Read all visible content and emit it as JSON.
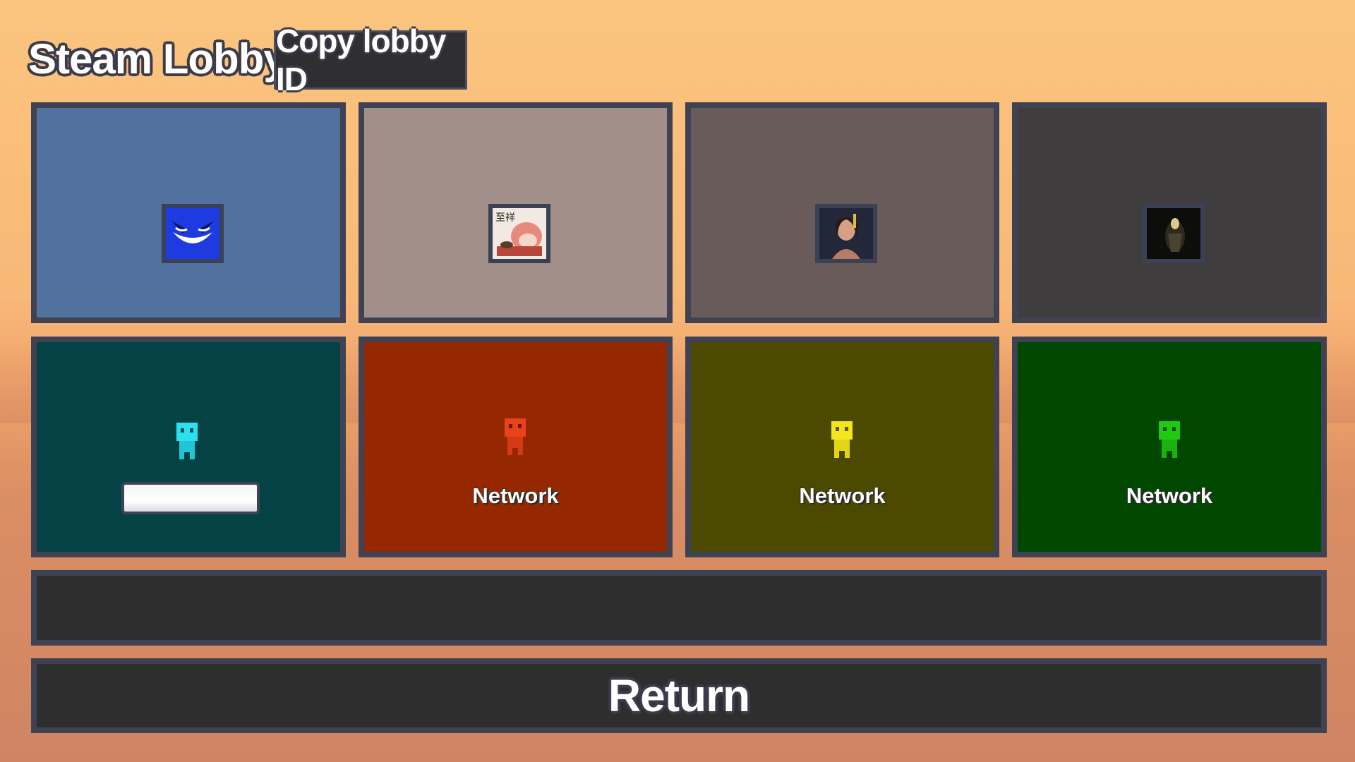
{
  "header": {
    "title": "Steam Lobby",
    "copy_button_label": "Copy lobby ID"
  },
  "slots": [
    {
      "kind": "steam-player",
      "color": "#51729f",
      "avatar": "blue-grinning-face-avatar"
    },
    {
      "kind": "steam-player",
      "color": "#a38f89",
      "avatar": "anime-girl-with-kanji-avatar"
    },
    {
      "kind": "steam-player",
      "color": "#685b5a",
      "avatar": "woman-portrait-avatar"
    },
    {
      "kind": "steam-player",
      "color": "#3f3d3d",
      "avatar": "dark-figure-avatar"
    },
    {
      "kind": "local-player",
      "color": "#054246",
      "character_color": "#2ce0ee",
      "name_value": ""
    },
    {
      "kind": "network",
      "color": "#952800",
      "character_color": "#e8431b",
      "label": "Network"
    },
    {
      "kind": "network",
      "color": "#4c4a00",
      "character_color": "#f3e61f",
      "label": "Network"
    },
    {
      "kind": "network",
      "color": "#004800",
      "character_color": "#22c913",
      "label": "Network"
    }
  ],
  "footer": {
    "return_label": "Return"
  }
}
